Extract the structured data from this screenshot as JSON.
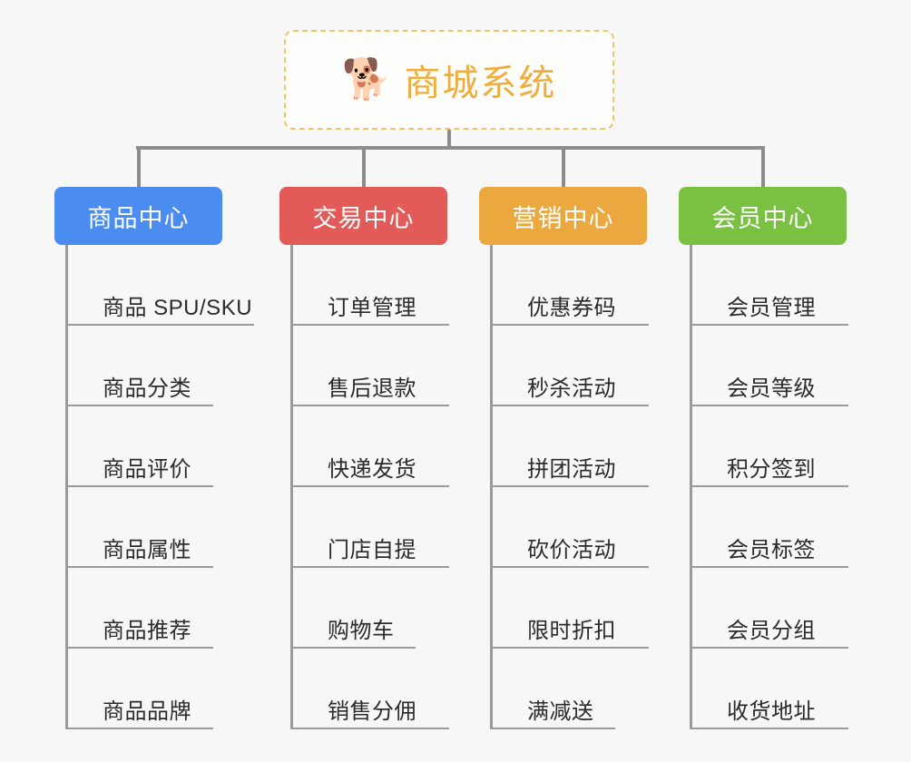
{
  "root": {
    "icon": "shiba-dog-emoji",
    "emoji": "🐕",
    "title": "商城系统",
    "border_color": "#f3c36a",
    "text_color": "#efad3c"
  },
  "branches": [
    {
      "id": "product-center",
      "label": "商品中心",
      "color": "#4a8cf0",
      "items": [
        "商品 SPU/SKU",
        "商品分类",
        "商品评价",
        "商品属性",
        "商品推荐",
        "商品品牌"
      ]
    },
    {
      "id": "trade-center",
      "label": "交易中心",
      "color": "#e35b58",
      "items": [
        "订单管理",
        "售后退款",
        "快递发货",
        "门店自提",
        "购物车",
        "销售分佣"
      ]
    },
    {
      "id": "marketing-center",
      "label": "营销中心",
      "color": "#eaa83f",
      "items": [
        "优惠券码",
        "秒杀活动",
        "拼团活动",
        "砍价活动",
        "限时折扣",
        "满减送"
      ]
    },
    {
      "id": "member-center",
      "label": "会员中心",
      "color": "#7ac143",
      "items": [
        "会员管理",
        "会员等级",
        "积分签到",
        "会员标签",
        "会员分组",
        "收货地址"
      ]
    }
  ],
  "layout": {
    "background": "#f7f7f7",
    "connector_color": "#8c8c8c",
    "rule_color": "#9a9a9a",
    "branch_left_positions": [
      60,
      308,
      528,
      748
    ],
    "rule_widths": [
      [
        205,
        160,
        160,
        160,
        160,
        160
      ],
      [
        172,
        172,
        172,
        172,
        135,
        172
      ],
      [
        172,
        172,
        172,
        172,
        172,
        135
      ],
      [
        172,
        172,
        172,
        172,
        172,
        172
      ]
    ]
  }
}
